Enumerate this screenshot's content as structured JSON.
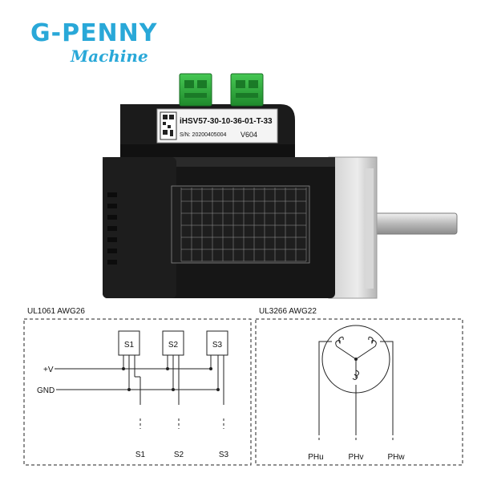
{
  "brand": {
    "name": "G-PENNY",
    "subtitle": "Machine"
  },
  "motor": {
    "model": "iHSV57-30-10-36-01-T-33",
    "serial": "S/N: 20200405004",
    "version": "V604"
  },
  "wiring": {
    "left_cable": "UL1061  AWG26",
    "right_cable": "UL3266  AWG22",
    "sensors": [
      "S1",
      "S2",
      "S3"
    ],
    "power_pos": "+V",
    "power_gnd": "GND",
    "outputs": [
      "S1",
      "S2",
      "S3"
    ],
    "phases": [
      "PHu",
      "PHv",
      "PHw"
    ]
  },
  "colors": {
    "brand": "#29a8d8",
    "connector": "#2eaa3c",
    "shaft": "#c8c8c8"
  }
}
